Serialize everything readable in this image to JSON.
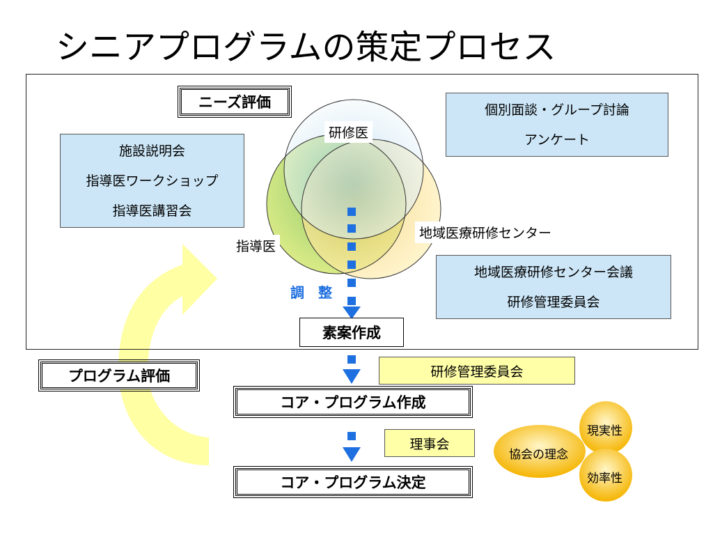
{
  "title": "シニアプログラムの策定プロセス",
  "needs_eval": "ニーズ評価",
  "program_eval": "プログラム評価",
  "left_box": [
    "施設説明会",
    "指導医ワークショップ",
    "指導医講習会"
  ],
  "right_top_box": [
    "個別面談・グループ討論",
    "アンケート"
  ],
  "right_mid_box": [
    "地域医療研修センター会議",
    "研修管理委員会"
  ],
  "circles": {
    "resident": "研修医",
    "supervisor": "指導医",
    "center": "地域医療研修センター"
  },
  "adjust": "調　整",
  "draft": "素案作成",
  "committee": "研修管理委員会",
  "core_create": "コア・プログラム作成",
  "board": "理事会",
  "core_decide": "コア・プログラム決定",
  "bubbles": {
    "philosophy": "協会の理念",
    "reality": "現実性",
    "efficiency": "効率性"
  },
  "colors": {
    "accent_blue": "#1e6fe0",
    "light_blue": "#cce6f7",
    "light_yellow": "#ffffa8",
    "cycle_arrow": "#ffff99"
  }
}
